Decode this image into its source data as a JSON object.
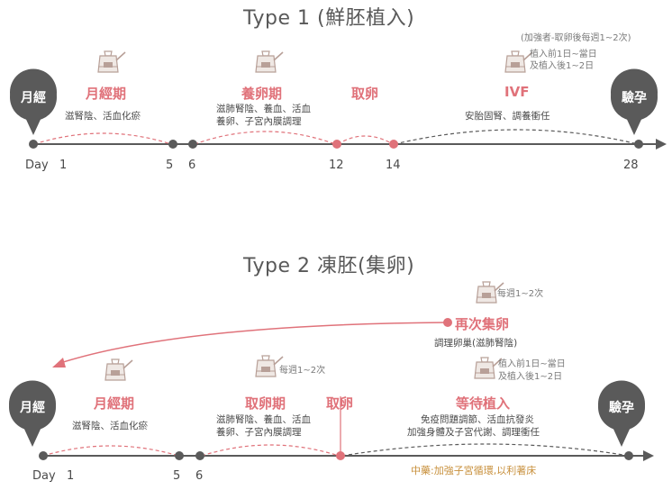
{
  "type1": {
    "title": "Type 1 (鮮胚植入)",
    "start_label": "月經",
    "end_label": "驗孕",
    "days": [
      "Day",
      "1",
      "5",
      "6",
      "12",
      "14",
      "28"
    ],
    "phases": {
      "p1": {
        "name": "月經期",
        "note": "滋腎陰、活血化瘀"
      },
      "p2": {
        "name": "養卵期",
        "note1": "滋肺腎陰、養血、活血",
        "note2": "養卵、子宮內膜調理"
      },
      "p3": {
        "name": "取卵"
      },
      "p4": {
        "name": "IVF",
        "note": "安胎固腎、調養衝任"
      }
    },
    "ivf_info": {
      "line1": "(加強者-取卵後每週1~2次)",
      "line2": "植入前1日~當日",
      "line3": "及植入後1~2日"
    }
  },
  "type2": {
    "title": "Type 2  凍胚(集卵)",
    "start_label": "月經",
    "end_label": "驗孕",
    "days": [
      "Day",
      "1",
      "5",
      "6"
    ],
    "phases": {
      "p1": {
        "name": "月經期",
        "note": "滋腎陰、活血化瘀"
      },
      "p2": {
        "name": "取卵期",
        "freq": "每週1~2次",
        "note1": "滋肺腎陰、養血、活血",
        "note2": "養卵、子宮內膜調理"
      },
      "p3": {
        "name": "取卵"
      },
      "p4": {
        "name": "等待植入",
        "info1": "植入前1日~當日",
        "info2": "及植入後1~2日",
        "note1": "免疫問題調節、活血抗發炎",
        "note2": "加強身體及子宮代謝、調理衝任"
      },
      "p5": {
        "name": "再次集卵",
        "freq": "每週1~2次",
        "note": "調理卵巢(滋肺腎陰)"
      }
    },
    "footer": "中藥:加強子宮循環,以利著床"
  },
  "colors": {
    "pink": "#e0727a",
    "dark": "#5a5a5a",
    "gold": "#c8903c"
  },
  "icons": [
    "herb-pot-icon"
  ]
}
